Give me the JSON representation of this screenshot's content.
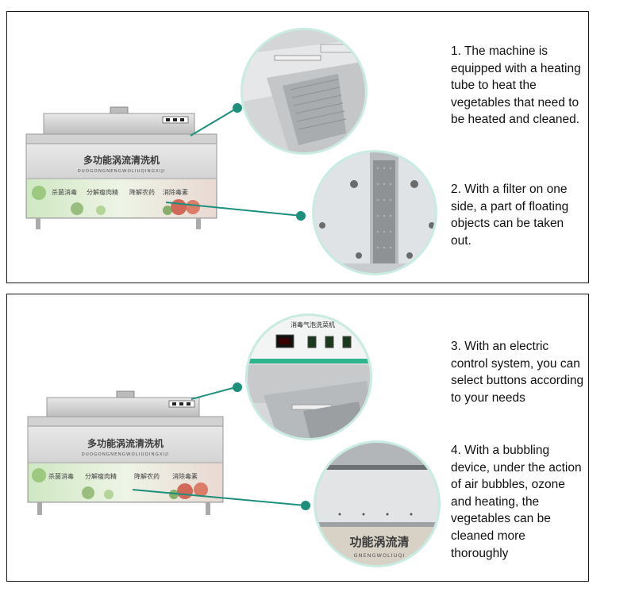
{
  "panels": [
    {
      "machine": {
        "title_zh": "多功能涡流清洗机",
        "pinyin": "DUOGONGNENGWOLIUQINGXIJI",
        "labels": [
          "杀菌消毒",
          "分解瘦肉精",
          "降解农药",
          "消除毒素"
        ]
      },
      "captions": [
        "1. The machine is equipped with a heating tube to heat the vegetables that need to be heated and cleaned.",
        "2. With a filter on one side, a part of floating objects can be taken out."
      ]
    },
    {
      "machine": {
        "title_zh": "多功能涡流清洗机",
        "pinyin": "DUOGONGNENGWOLIUQINGXIJI",
        "labels": [
          "杀菌消毒",
          "分解瘦肉精",
          "降解农药",
          "消除毒素"
        ]
      },
      "control_panel": {
        "label_zh": "消毒气泡洗菜机"
      },
      "bubble_closeup": {
        "title_zh": "功能涡流清",
        "pinyin": "GNENGWOLIUQI"
      },
      "captions": [
        "3. With an electric control system, you can select buttons according to your needs",
        "4. With a bubbling device, under the action of air bubbles, ozone and heating, the vegetables can be cleaned more thoroughly"
      ]
    }
  ],
  "colors": {
    "accent": "#1e8f7c",
    "frame": "#1a1a1a",
    "zoom_border": "#c9ece2"
  }
}
